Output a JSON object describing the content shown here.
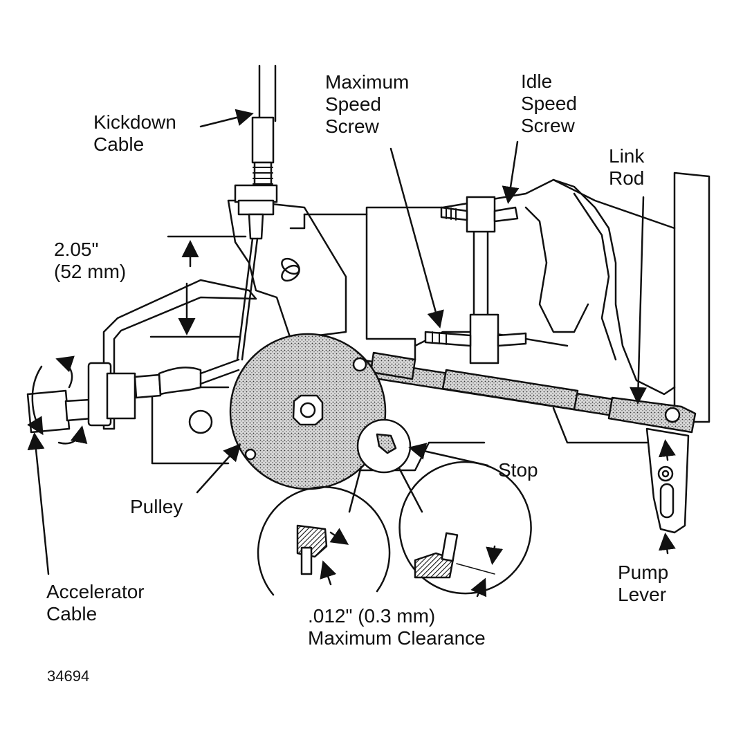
{
  "figure_number": "34694",
  "labels": {
    "kickdown_cable": [
      "Kickdown",
      "Cable"
    ],
    "max_speed_screw": [
      "Maximum",
      "Speed",
      "Screw"
    ],
    "idle_speed_screw": [
      "Idle",
      "Speed",
      "Screw"
    ],
    "link_rod": [
      "Link",
      "Rod"
    ],
    "dimension": [
      "2.05\"",
      "(52 mm)"
    ],
    "pulley": "Pulley",
    "stop": "Stop",
    "accelerator_cable": [
      "Accelerator",
      "Cable"
    ],
    "pump_lever": [
      "Pump",
      "Lever"
    ],
    "clearance": [
      ".012\" (0.3 mm)",
      "Maximum Clearance"
    ]
  },
  "colors": {
    "ink": "#111111",
    "paper": "#ffffff",
    "shade": "#cfcfcf",
    "dark_shade": "#555555"
  }
}
